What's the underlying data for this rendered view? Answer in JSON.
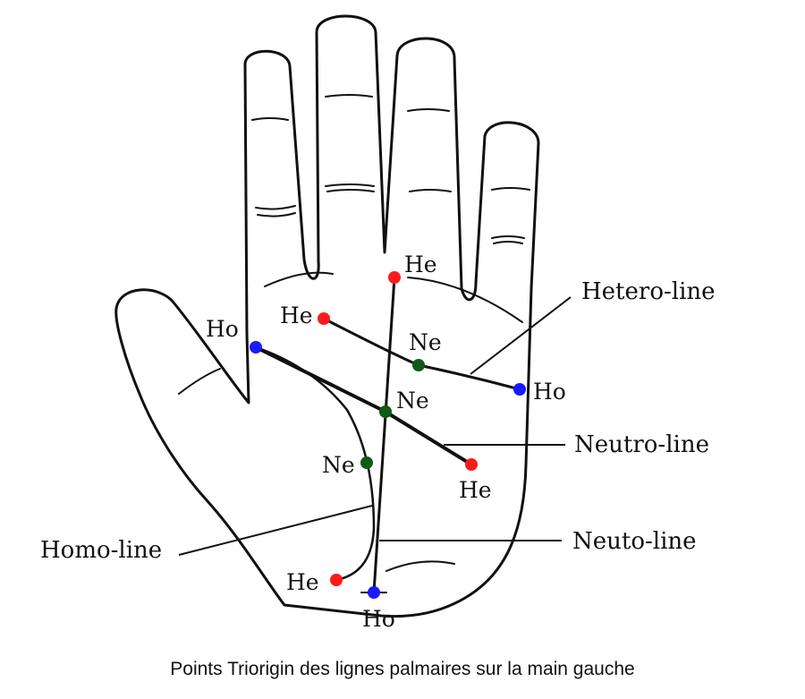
{
  "colors": {
    "homo_point": "#1a1aff",
    "hetero_point": "#ff1a1a",
    "neutro_point": "#0f5a14",
    "ink": "#111111"
  },
  "labels": {
    "ho": "Ho",
    "he": "He",
    "ne": "Ne",
    "hetero_line": "Hetero-line",
    "neutro_line": "Neutro-line",
    "homo_line": "Homo-line",
    "neuto_line": "Neuto-line"
  },
  "caption": "Points Triorigin des lignes palmaires sur la main gauche"
}
